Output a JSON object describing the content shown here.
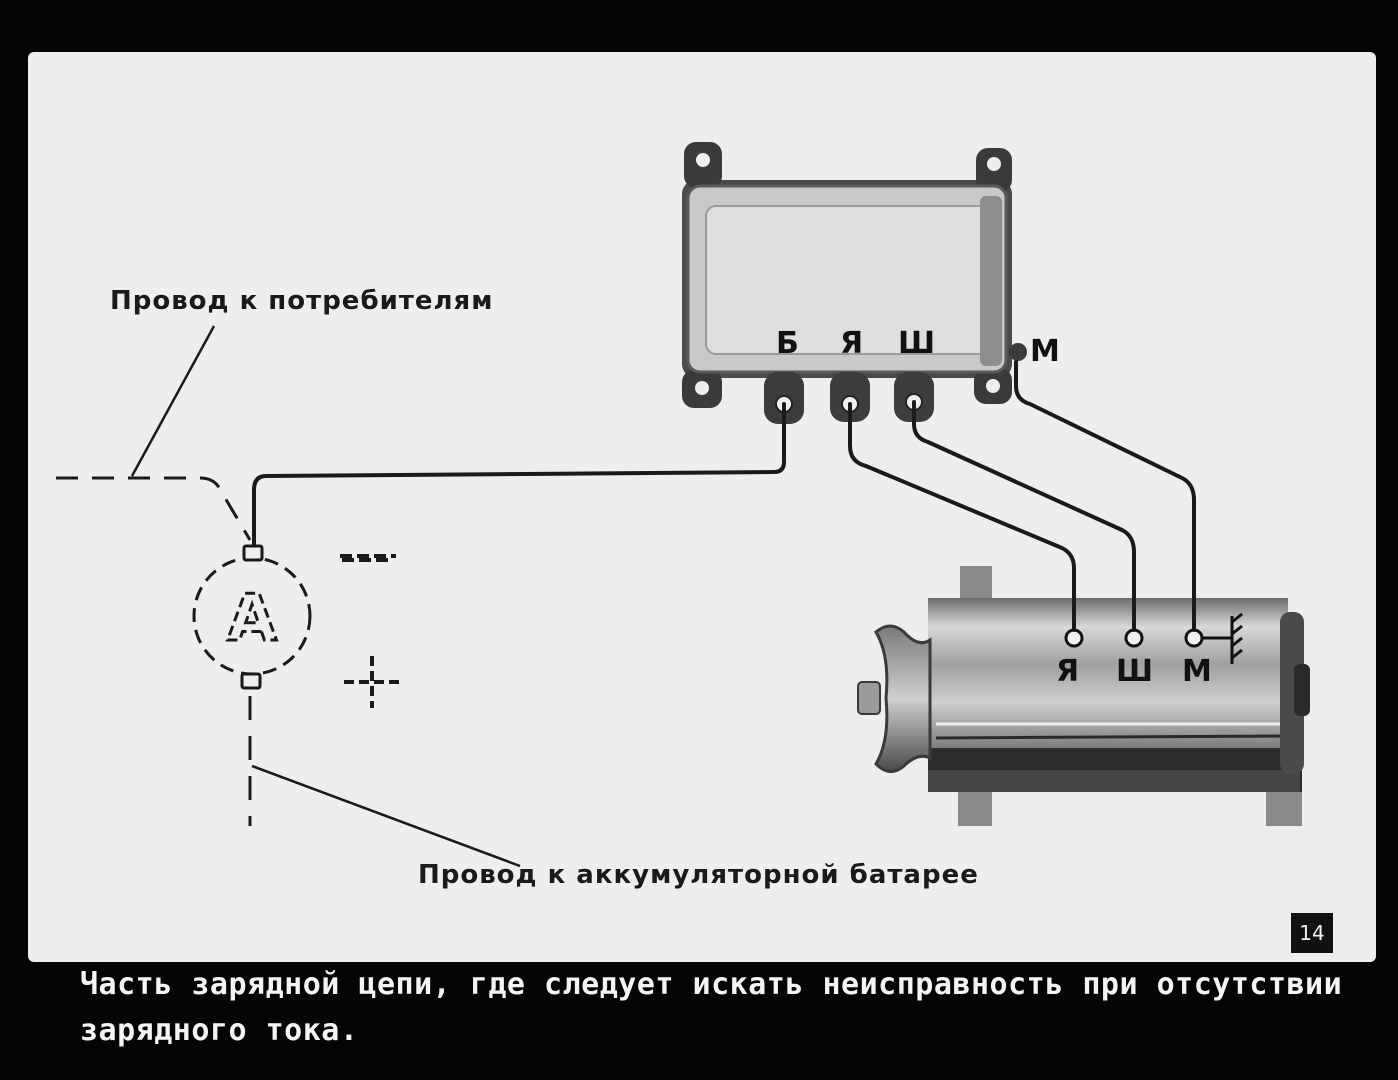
{
  "diagram": {
    "labels": {
      "consumers_wire": "Провод к потребителям",
      "battery_wire": "Провод к аккумуляторной батарее"
    },
    "regulator_terminals": [
      "Б",
      "Я",
      "Ш"
    ],
    "regulator_ground": "М",
    "generator_terminals": [
      "Я",
      "Ш",
      "М"
    ],
    "ammeter_symbol": "A",
    "polarity": {
      "negative": "−",
      "positive": "+"
    }
  },
  "page_number": "14",
  "caption": {
    "line1": "Часть зарядной цепи, где следует искать неисправность при отсутствии",
    "line2": "зарядного тока."
  }
}
